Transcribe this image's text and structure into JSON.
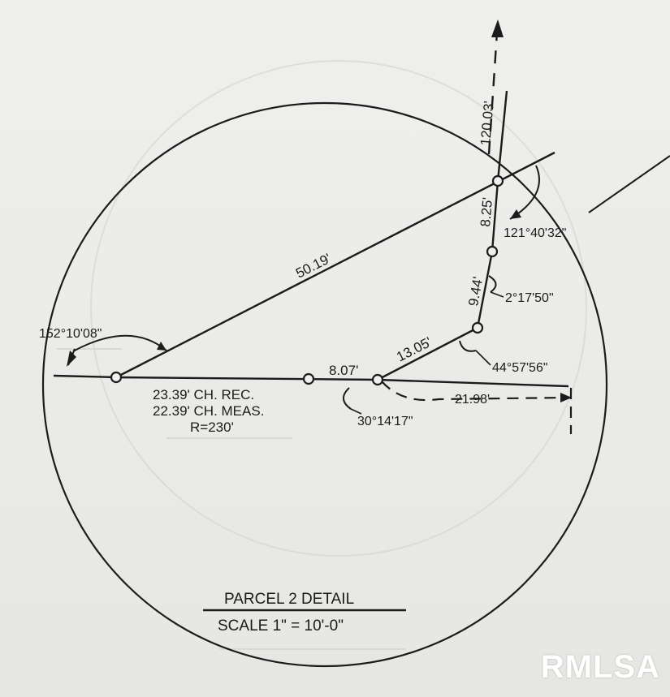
{
  "colors": {
    "ink": "#1b1b1b",
    "paper": "#ececea",
    "watermark": "#ffffff"
  },
  "detail": {
    "title": "PARCEL 2 DETAIL",
    "scale": "SCALE 1\" = 10'-0\""
  },
  "distances": {
    "d_120_03": "120.03'",
    "d_8_25": "8.25'",
    "d_9_44": "9.44'",
    "d_50_19": "50.19'",
    "d_13_05": "13.05'",
    "d_8_07": "8.07'",
    "d_21_98": "21.98'"
  },
  "angles": {
    "a_121": "121°40'32\"",
    "a_2": "2°17'50\"",
    "a_44": "44°57'56\"",
    "a_152": "152°10'08\"",
    "a_30": "30°14'17\""
  },
  "chord": {
    "record": "23.39' CH. REC.",
    "measured": "22.39' CH. MEAS.",
    "radius": "R=230'"
  },
  "watermark": {
    "text": "RMLSA"
  }
}
